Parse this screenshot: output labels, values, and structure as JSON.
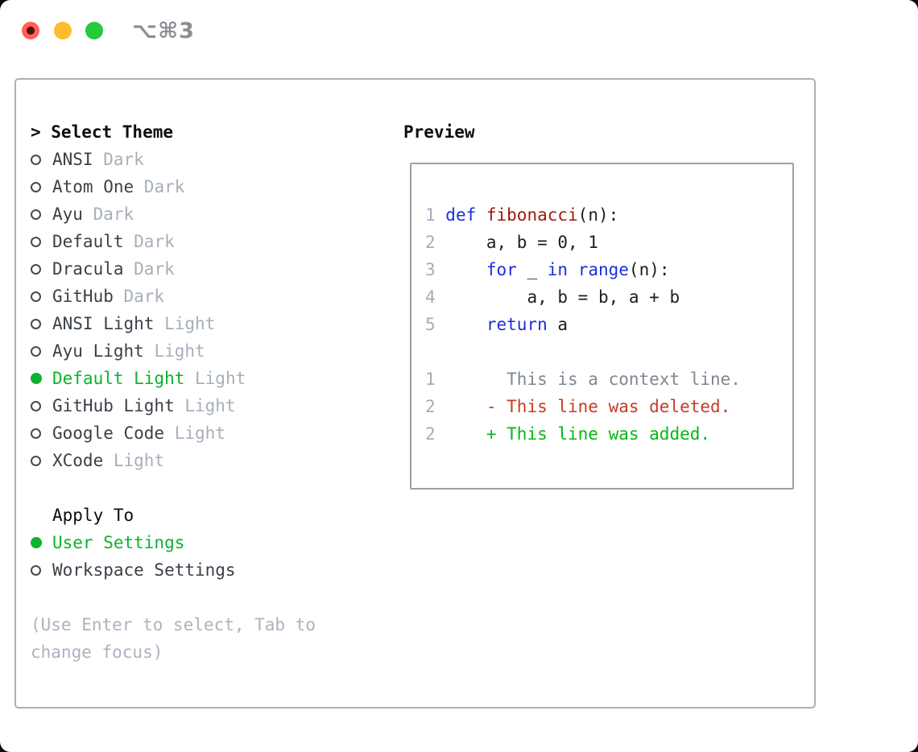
{
  "window": {
    "title": "⌥⌘3"
  },
  "theme_selector": {
    "header": "> Select Theme",
    "items": [
      {
        "name": "ANSI",
        "variant": "Dark",
        "selected": false
      },
      {
        "name": "Atom One",
        "variant": "Dark",
        "selected": false
      },
      {
        "name": "Ayu",
        "variant": "Dark",
        "selected": false
      },
      {
        "name": "Default",
        "variant": "Dark",
        "selected": false
      },
      {
        "name": "Dracula",
        "variant": "Dark",
        "selected": false
      },
      {
        "name": "GitHub",
        "variant": "Dark",
        "selected": false
      },
      {
        "name": "ANSI Light",
        "variant": "Light",
        "selected": false
      },
      {
        "name": "Ayu Light",
        "variant": "Light",
        "selected": false
      },
      {
        "name": "Default Light",
        "variant": "Light",
        "selected": true
      },
      {
        "name": "GitHub Light",
        "variant": "Light",
        "selected": false
      },
      {
        "name": "Google Code",
        "variant": "Light",
        "selected": false
      },
      {
        "name": "XCode",
        "variant": "Light",
        "selected": false
      }
    ],
    "apply_to": {
      "header": "Apply To",
      "options": [
        {
          "label": "User Settings",
          "selected": true
        },
        {
          "label": "Workspace Settings",
          "selected": false
        }
      ]
    },
    "hint": "(Use Enter to select, Tab to change focus)"
  },
  "preview": {
    "title": "Preview",
    "code_lines": [
      {
        "num": "1",
        "segments": [
          {
            "text": "def ",
            "type": "kw"
          },
          {
            "text": "fibonacci",
            "type": "fn"
          },
          {
            "text": "(n):",
            "type": "pl"
          }
        ]
      },
      {
        "num": "2",
        "segments": [
          {
            "text": "    a, b = 0, 1",
            "type": "pl"
          }
        ]
      },
      {
        "num": "3",
        "segments": [
          {
            "text": "    ",
            "type": "pl"
          },
          {
            "text": "for",
            "type": "kw"
          },
          {
            "text": " _ ",
            "type": "pl"
          },
          {
            "text": "in",
            "type": "kw"
          },
          {
            "text": " ",
            "type": "pl"
          },
          {
            "text": "range",
            "type": "kw"
          },
          {
            "text": "(n):",
            "type": "pl"
          }
        ]
      },
      {
        "num": "4",
        "segments": [
          {
            "text": "        a, b = b, a + b",
            "type": "pl"
          }
        ]
      },
      {
        "num": "5",
        "segments": [
          {
            "text": "    ",
            "type": "pl"
          },
          {
            "text": "return",
            "type": "kw"
          },
          {
            "text": " a",
            "type": "pl"
          }
        ]
      }
    ],
    "diff_lines": [
      {
        "num": "1",
        "segments": [
          {
            "text": "      This is a context line.",
            "type": "ctx"
          }
        ]
      },
      {
        "num": "2",
        "segments": [
          {
            "text": "    - This line was deleted.",
            "type": "del"
          }
        ]
      },
      {
        "num": "2",
        "segments": [
          {
            "text": "    + This line was added.",
            "type": "add"
          }
        ]
      }
    ]
  },
  "colors": {
    "traffic_red": "#ff5f57",
    "traffic_red_dot": "#4e100d",
    "traffic_yellow": "#febc2e",
    "traffic_green": "#27c93f",
    "title_gray": "#8a8e94",
    "panel_border": "#a9b0ba",
    "preview_border": "#99a1ac",
    "header_black": "#0c0e11",
    "name_gray": "#3a4048",
    "suffix_gray": "#a6afbb",
    "hint_gray": "#aab3bf",
    "selection_green": "#0db22d",
    "keyword_blue": "#1c2fd6",
    "function_red": "#9c1a0b",
    "code_plain": "#1b1d21",
    "gutter_gray": "#a4adb9",
    "context_gray": "#7e8892",
    "deleted_red": "#c93a24",
    "added_green": "#07b715"
  }
}
